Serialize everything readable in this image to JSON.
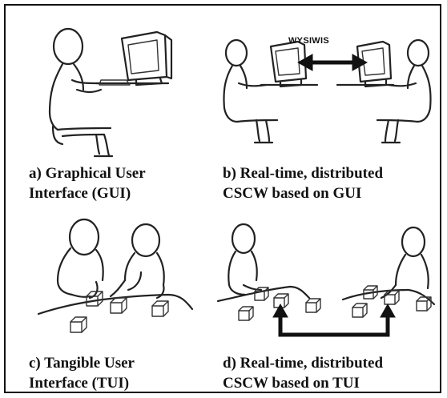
{
  "figure": {
    "panels": [
      {
        "id": "a",
        "caption_line1": "a) Graphical User",
        "caption_line2": "Interface (GUI)"
      },
      {
        "id": "b",
        "caption_line1": "b) Real-time, distributed",
        "caption_line2": "CSCW based on GUI",
        "arrow_label": "WYSIWIS"
      },
      {
        "id": "c",
        "caption_line1": "c) Tangible User",
        "caption_line2": "Interface (TUI)"
      },
      {
        "id": "d",
        "caption_line1": "d) Real-time, distributed",
        "caption_line2": "CSCW based on TUI"
      }
    ]
  }
}
